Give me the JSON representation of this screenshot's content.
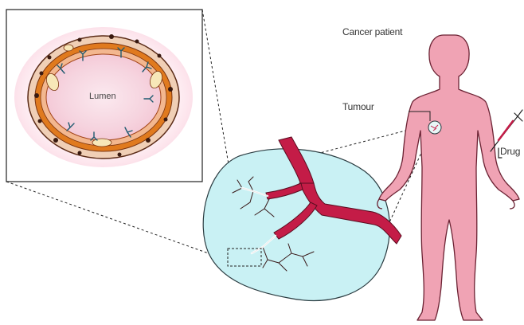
{
  "labels": {
    "patient": "Cancer patient",
    "tumour": "Tumour",
    "drug": "Drug",
    "lumen": "Lumen"
  },
  "colors": {
    "body_fill": "#f0a3b4",
    "body_outline": "#6b2233",
    "tumour_tissue": "#c9f1f4",
    "vessel": "#c41c47",
    "lumen": "#f7dde6",
    "vessel_wall": "#d86418"
  },
  "icons": [
    "syringe-icon",
    "receptor-icon"
  ]
}
